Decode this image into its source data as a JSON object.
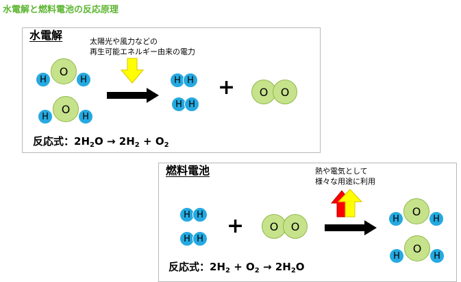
{
  "page_title": "水電解と燃料電池の反応原理",
  "atom_labels": {
    "hydrogen": "H",
    "oxygen": "O"
  },
  "electrolysis": {
    "title": "水電解",
    "energy_note_line1": "太陽光や風力などの",
    "energy_note_line2": "再生可能エネルギー由来の電力",
    "plus": "+",
    "equation": {
      "label": "反応式：",
      "reactant": "2H",
      "reactant_sub": "2",
      "reactant_tail": "O",
      "arrow": "→",
      "product1": "2H",
      "product1_sub": "2",
      "plus": "+",
      "product2": "O",
      "product2_sub": "2"
    }
  },
  "fuel_cell": {
    "title": "燃料電池",
    "output_note_line1": "熱や電気として",
    "output_note_line2": "様々な用途に利用",
    "plus": "+",
    "equation": {
      "label": "反応式：",
      "reactant1": "2H",
      "reactant1_sub": "2",
      "plus": "+",
      "reactant2": "O",
      "reactant2_sub": "2",
      "arrow": "→",
      "product": "2H",
      "product_sub": "2",
      "product_tail": "O"
    }
  },
  "colors": {
    "title_green": "#5cb531",
    "hydrogen_blue": "#25a9e0",
    "oxygen_green": "#c6e28b",
    "energy_arrow_yellow": "#ffff00",
    "heat_arrow_red": "#ff0000",
    "reaction_arrow_black": "#000000"
  }
}
